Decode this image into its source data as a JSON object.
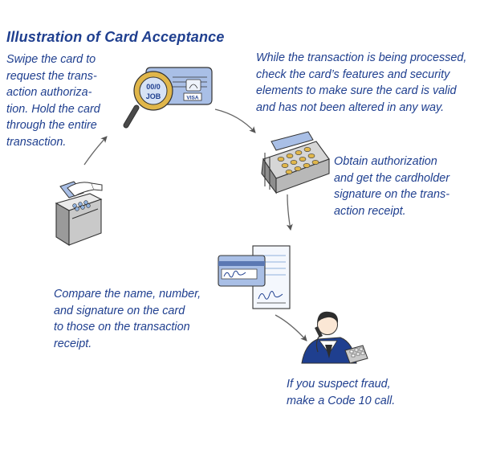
{
  "title": "Illustration of Card Acceptance",
  "steps": [
    {
      "text": "Swipe the card to\nrequest the trans-\naction authoriza-\ntion. Hold the card\nthrough the entire\ntransaction."
    },
    {
      "text": "While the transaction is being processed,\ncheck the card’s features and security\nelements to make sure the card is valid\nand has not been altered in any way."
    },
    {
      "text": "Obtain authorization\nand get the cardholder\nsignature on the trans-\naction receipt."
    },
    {
      "text": "Compare the name, number,\nand signature on the card\nto those on the transaction\nreceipt."
    },
    {
      "text": "If you suspect fraud,\nmake a Code 10 call."
    }
  ],
  "card": {
    "brand": "VISA",
    "expiry_mark": "00/0",
    "name_mark": "JOB"
  },
  "colors": {
    "text": "#1f3f8f",
    "card_blue": "#a9bfe6",
    "gold": "#e0b64a",
    "ink": "#333333"
  }
}
